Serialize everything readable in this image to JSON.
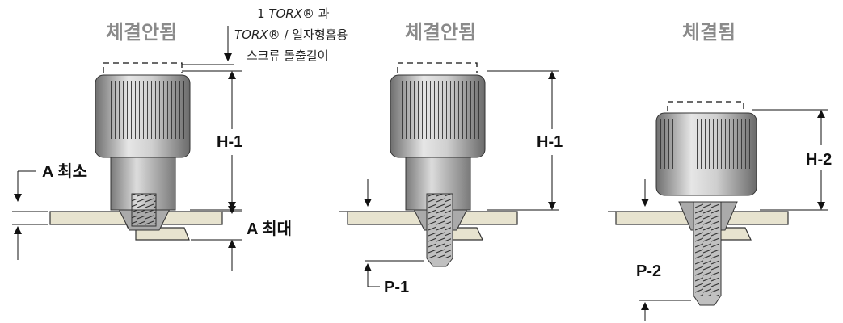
{
  "labels": {
    "not_engaged_1": "체결안됨",
    "not_engaged_2": "체결안됨",
    "engaged": "체결됨",
    "note_line1_num": "1 ",
    "note_line1_italic": "TORX®",
    "note_line1_tail": " 과",
    "note_line2_italic": "TORX®",
    "note_line2_tail": " / 일자형홈용",
    "note_line3": "스크류 돌출길이",
    "h1_a": "H-1",
    "h1_b": "H-1",
    "h2": "H-2",
    "a_min": "A 최소",
    "a_max": "A 최대",
    "p1": "P-1",
    "p2": "P-2"
  },
  "colors": {
    "title_gray": "#8a8a8a",
    "panel": "#e7e3cf",
    "knob_dark": "#6f6f6f",
    "knob_light": "#e6e6e6"
  }
}
